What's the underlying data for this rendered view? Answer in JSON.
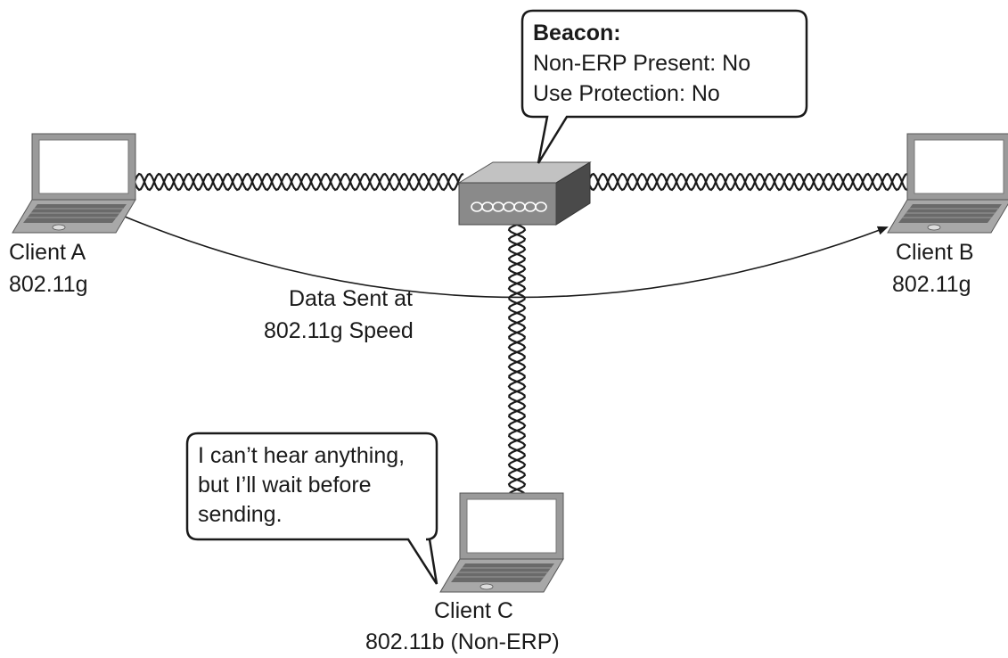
{
  "beacon": {
    "title": "Beacon:",
    "line1": "Non-ERP Present: No",
    "line2": "Use Protection: No"
  },
  "client_a": {
    "name": "Client A",
    "standard": "802.11g"
  },
  "client_b": {
    "name": "Client B",
    "standard": "802.11g"
  },
  "client_c": {
    "name": "Client C",
    "standard": "802.11b (Non-ERP)"
  },
  "data_flow": {
    "line1": "Data Sent at",
    "line2": "802.11g Speed"
  },
  "client_c_speech": {
    "line1": "I can’t hear anything,",
    "line2": "but I’ll wait before",
    "line3": "sending."
  },
  "colors": {
    "laptop_body": "#9a9a9a",
    "laptop_screen": "#ffffff",
    "ap_top": "#bdbdbd",
    "ap_front": "#8a8a8a",
    "ap_side": "#4e4e4e",
    "ink": "#1a1a1a"
  },
  "icons": [
    "laptop-icon",
    "access-point-icon",
    "wireless-link",
    "speech-bubble"
  ]
}
